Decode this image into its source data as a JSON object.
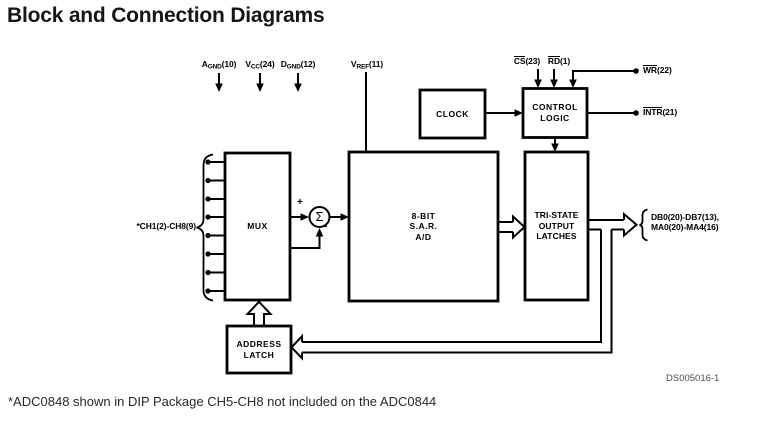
{
  "title": "Block and Connection Diagrams",
  "footnote": "*ADC0848 shown in DIP Package CH5-CH8 not included on the ADC0844",
  "doc_id": "DS005016-1",
  "pins": {
    "agnd": {
      "pre": "A",
      "sub": "GND",
      "post": "(10)"
    },
    "vcc": {
      "pre": "V",
      "sub": "CC",
      "post": "(24)"
    },
    "dgnd": {
      "pre": "D",
      "sub": "GND",
      "post": "(12)"
    },
    "vref": {
      "pre": "V",
      "sub": "REF",
      "post": "(11)"
    },
    "cs": {
      "bar": "CS",
      "post": "(23)"
    },
    "rd": {
      "bar": "RD",
      "post": "(1)"
    },
    "wr": {
      "bar": "WR",
      "post": "(22)"
    },
    "intr": {
      "bar": "INTR",
      "post": "(21)"
    }
  },
  "blocks": {
    "clock": "CLOCK",
    "control_logic": "CONTROL\nLOGIC",
    "mux": "MUX",
    "adc": "8-BIT\nS.A.R.\nA/D",
    "tristate": "TRI-STATE\nOUTPUT\nLATCHES",
    "address_latch": "ADDRESS\nLATCH"
  },
  "labels": {
    "channels": "*CH1(2)-CH8(9)",
    "data_bus": "DB0(20)-DB7(13),\nMA0(20)-MA4(16)",
    "sum_plus": "+",
    "sum_minus": "-",
    "sigma": "Σ"
  },
  "colors": {
    "line": "#000000",
    "background": "#ffffff",
    "title_text": "#161616",
    "footnote_text": "#2a2a2a",
    "doc_id_text": "#4c4c4c"
  }
}
